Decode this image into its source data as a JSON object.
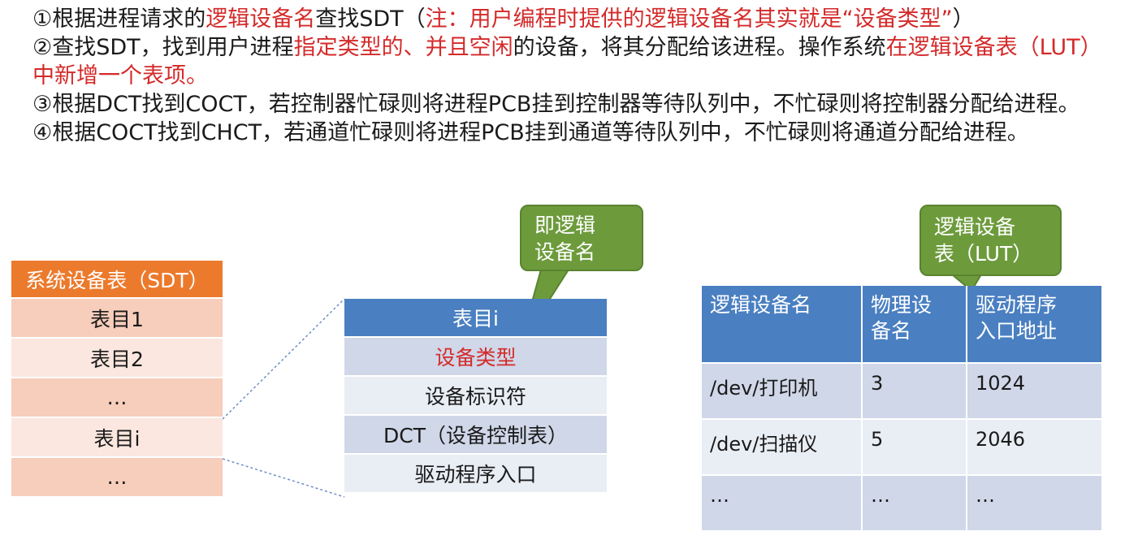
{
  "text": {
    "p1": [
      "①根据进程请求的",
      "逻辑设备名",
      "查找SDT（",
      "注：用户编程时提供的逻辑设备名其实就是“设备类型”",
      "）"
    ],
    "p2": [
      "②查找SDT，找到用户进程",
      "指定类型的、并且空闲",
      "的设备，将其分配给该进程。操作系统",
      "在逻辑设备表（LUT）中新增一个表项。"
    ],
    "p3": "③根据DCT找到COCT，若控制器忙碌则将进程PCB挂到控制器等待队列中，不忙碌则将控制器分配给进程。",
    "p4": "④根据COCT找到CHCT，若通道忙碌则将进程PCB挂到通道等待队列中，不忙碌则将通道分配给进程。"
  },
  "sdt": {
    "header": "系统设备表（SDT）",
    "rows": [
      "表目1",
      "表目2",
      "…",
      "表目i",
      "…"
    ]
  },
  "entry": {
    "header": "表目i",
    "rows": [
      "设备类型",
      "设备标识符",
      "DCT（设备控制表）",
      "驱动程序入口"
    ]
  },
  "callouts": {
    "logical_name": [
      "即逻辑",
      "设备名"
    ],
    "lut": [
      "逻辑设备",
      "表（LUT）"
    ]
  },
  "lut": {
    "headers": [
      [
        "逻辑设备名"
      ],
      [
        "物理设",
        "备名"
      ],
      [
        "驱动程序",
        "入口地址"
      ]
    ],
    "rows": [
      [
        "/dev/打印机",
        "3",
        "1024"
      ],
      [
        "/dev/扫描仪",
        "5",
        "2046"
      ],
      [
        "…",
        "…",
        "…"
      ]
    ]
  },
  "colors": {
    "highlight_red": "#d42a2a",
    "sdt_header": "#ec7a2c",
    "sdt_row_dark": "#f7cdbb",
    "sdt_row_light": "#fbe7df",
    "table_header_blue": "#4a7fc1",
    "table_row_dark": "#cfd7e8",
    "table_row_light": "#e9edf4",
    "callout_green": "#6d9b3c"
  }
}
